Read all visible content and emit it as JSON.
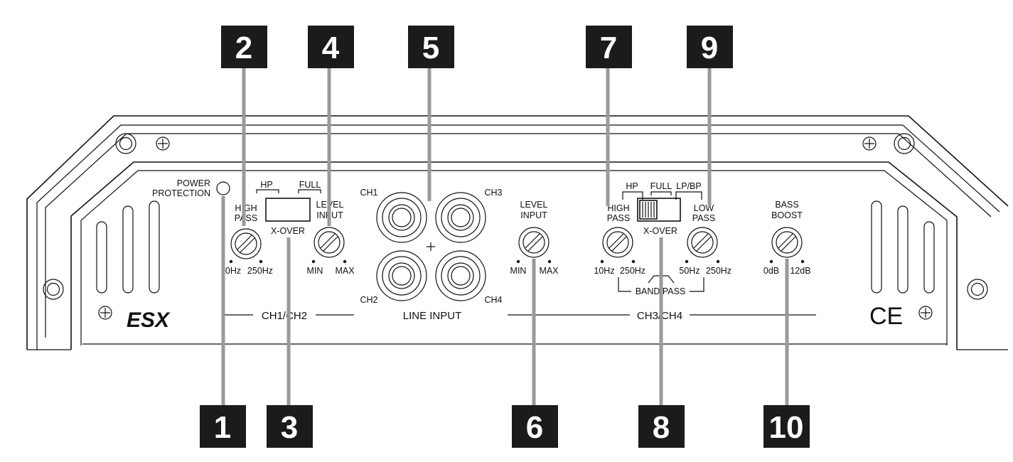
{
  "panel": {
    "power_protection": [
      "POWER",
      "PROTECTION"
    ],
    "left_high_pass": [
      "HIGH",
      "PASS"
    ],
    "left_xover_hp": "HP",
    "left_xover_full": "FULL",
    "left_xover_label": "X-OVER",
    "left_level_input": [
      "LEVEL",
      "INPUT"
    ],
    "left_hp_min": "0Hz",
    "left_hp_max": "250Hz",
    "left_level_min": "MIN",
    "left_level_max": "MAX",
    "ch1": "CH1",
    "ch2": "CH2",
    "ch3": "CH3",
    "ch4": "CH4",
    "line_input": "LINE INPUT",
    "right_level_input": [
      "LEVEL",
      "INPUT"
    ],
    "right_level_min": "MIN",
    "right_level_max": "MAX",
    "right_high_pass": [
      "HIGH",
      "PASS"
    ],
    "right_xover_hp": "HP",
    "right_xover_full": "FULL",
    "right_xover_lpbp": "LP/BP",
    "right_xover_label": "X-OVER",
    "right_low_pass": [
      "LOW",
      "PASS"
    ],
    "right_hp_min": "10Hz",
    "right_hp_max": "250Hz",
    "right_lp_min": "50Hz",
    "right_lp_max": "250Hz",
    "band_pass": "BAND PASS",
    "bass_boost": [
      "BASS",
      "BOOST"
    ],
    "bass_min": "0dB",
    "bass_max": "12dB",
    "group_left": "CH1/CH2",
    "group_right": "CH3/CH4",
    "ce_mark": "CE",
    "brand_logo": "ESX"
  },
  "callouts": [
    "1",
    "2",
    "3",
    "4",
    "5",
    "6",
    "7",
    "8",
    "9",
    "10"
  ],
  "colors": {
    "badge": "#1b1b1b",
    "leader": "#9a9a9a",
    "line": "#111111"
  }
}
